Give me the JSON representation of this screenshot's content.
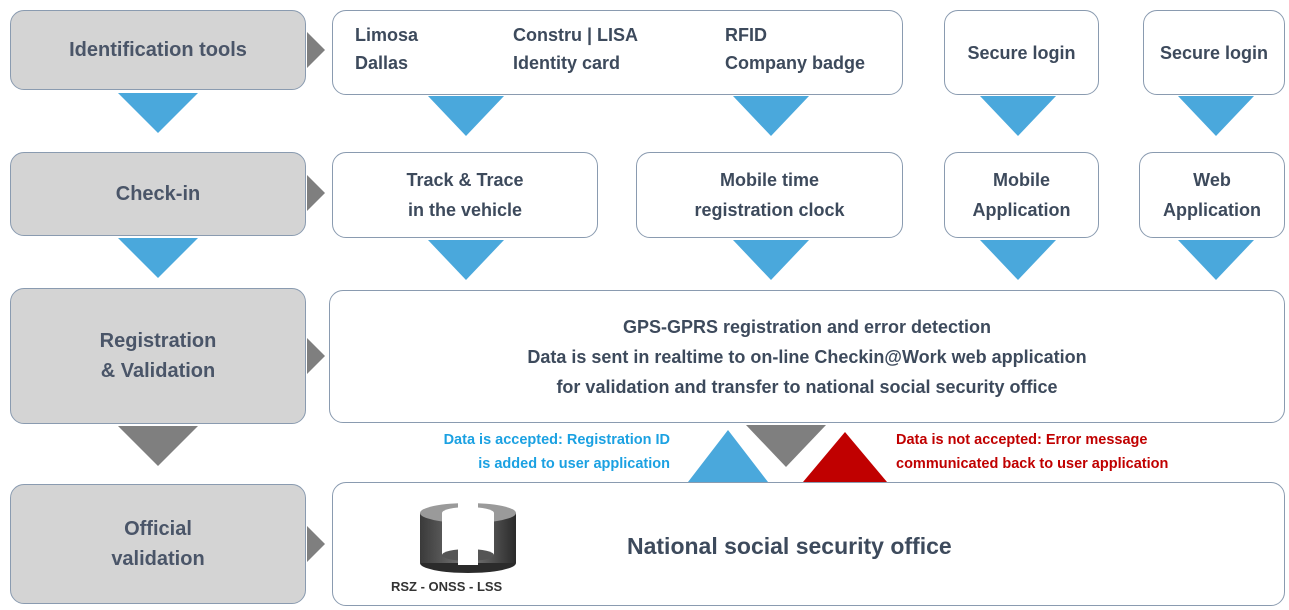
{
  "stages": {
    "identification": [
      "Identification  tools"
    ],
    "checkin": [
      "Check-in"
    ],
    "registration": [
      "Registration",
      "& Validation"
    ],
    "official": [
      "Official",
      "validation"
    ]
  },
  "identification_tools": {
    "col1": [
      "Limosa",
      "Dallas"
    ],
    "col2": [
      "Constru | LISA",
      "Identity card"
    ],
    "col3": [
      "RFID",
      "Company badge"
    ],
    "secure_login_1": "Secure login",
    "secure_login_2": "Secure login"
  },
  "checkin_methods": {
    "track_trace": [
      "Track & Trace",
      "in the vehicle"
    ],
    "mobile_clock": [
      "Mobile time",
      "registration clock"
    ],
    "mobile_app": [
      "Mobile",
      "Application"
    ],
    "web_app": [
      "Web",
      "Application"
    ]
  },
  "registration": {
    "lines": [
      "GPS-GPRS registration and error detection",
      "Data is sent in realtime to on-line Checkin@Work web application",
      "for validation and transfer to national social security office"
    ]
  },
  "feedback": {
    "accepted": [
      "Data is accepted: Registration ID",
      "is added to user application"
    ],
    "rejected": [
      "Data is not accepted: Error message",
      "communicated back to user application"
    ]
  },
  "official": {
    "title": "National social security office",
    "logo_caption": "RSZ - ONSS - LSS"
  },
  "colors": {
    "stage_fill": "#d4d4d4",
    "stage_border": "#8a9bb0",
    "flow_blue": "#4aa8dc",
    "flow_gray": "#7f7f7f",
    "error_red": "#c00000",
    "accepted_text": "#1ba1e2",
    "rejected_text": "#c00000"
  }
}
